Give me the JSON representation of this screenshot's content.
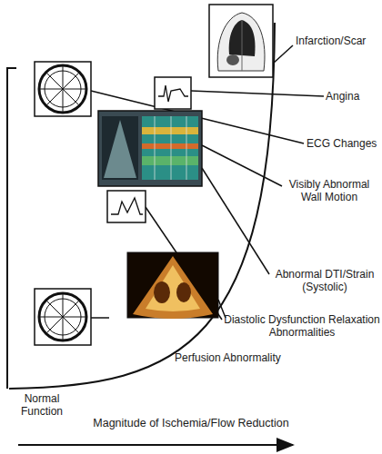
{
  "diagram": {
    "labels": [
      "Infarction/Scar",
      "Angina",
      "ECG Changes",
      "Visibly Abnormal Wall Motion",
      "Abnormal DTI/Strain (Systolic)",
      "Diastolic Dysfunction Relaxation Abnormalities",
      "Perfusion Abnormality",
      "Normal Function",
      "Magnitude of Ischemia/Flow Reduction"
    ]
  }
}
